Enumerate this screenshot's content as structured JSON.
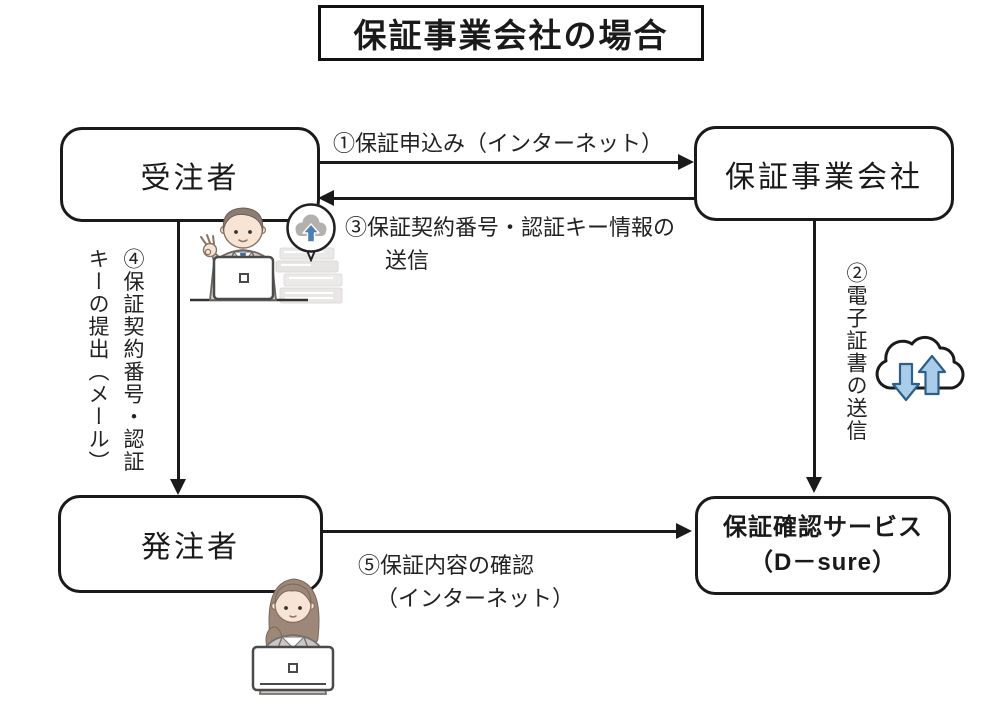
{
  "title": "保証事業会社の場合",
  "nodes": {
    "contractor": {
      "label": "受注者"
    },
    "guarantee_company": {
      "label": "保証事業会社"
    },
    "orderer": {
      "label": "発注者"
    },
    "confirm_service": {
      "line1": "保証確認サービス",
      "line2": "（D－sure）"
    }
  },
  "arrows": {
    "step1": {
      "label": "①保証申込み（インターネット）",
      "direction": "right"
    },
    "step2": {
      "label": "②電子証書の送信",
      "direction": "down"
    },
    "step3": {
      "line1": "③保証契約番号・認証キー情報の",
      "line2": "送信",
      "direction": "left"
    },
    "step4": {
      "label": "④保証契約番号・認証キーの提出（メール）",
      "direction": "down"
    },
    "step5": {
      "line1": "⑤保証内容の確認",
      "line2": "（インターネット）",
      "direction": "right"
    }
  },
  "icons": {
    "upload_bubble": "cloud-upload-bubble-icon",
    "transfer_cloud": "cloud-download-upload-icon",
    "contractor_person": "businessman-ok-sign-at-laptop",
    "orderer_person": "businesswoman-at-laptop",
    "documents": "document-stack"
  },
  "colors": {
    "line": "#1a1a1a",
    "accent_blue_fill": "#a9cde9",
    "accent_blue_stroke": "#2e5f8a",
    "cloud_gray": "#b3b0ad",
    "suit_gray": "#d0cdca",
    "hair_brown": "#8b7d74",
    "tie_blue": "#3e6fa3"
  }
}
